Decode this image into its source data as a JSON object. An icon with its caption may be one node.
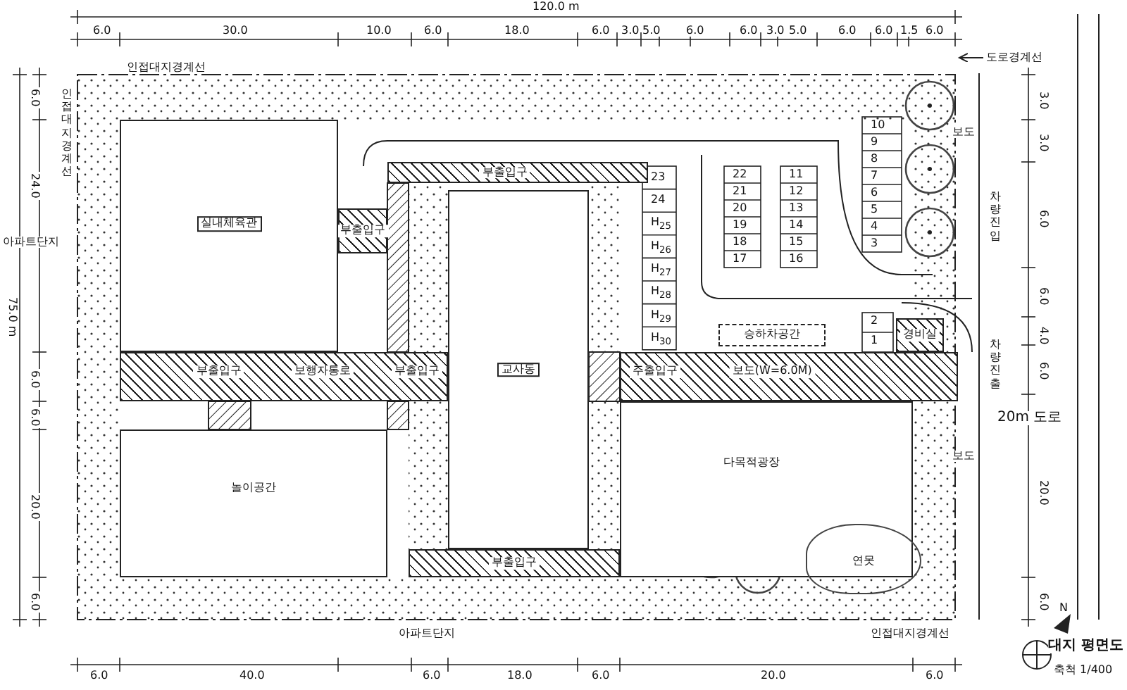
{
  "diagram": {
    "nodes": [
      {
        "text": [
          "실내체육관"
        ]
      },
      {
        "text": [
          "부출입구"
        ]
      },
      {
        "text": [
          "부출입구"
        ]
      },
      {
        "text": [
          "교사동"
        ]
      },
      {
        "text": [
          "부출입구",
          "보행자통로",
          "부출입구"
        ]
      },
      {
        "text": [
          "주출입구",
          "보도(W=6.0M)"
        ]
      },
      {
        "text": [
          "놀이공간"
        ]
      },
      {
        "text": [
          "다목적광장"
        ]
      },
      {
        "text": [
          "부출입구"
        ]
      },
      {
        "text": [
          "연못"
        ]
      },
      {
        "text": [
          "승하차공간"
        ]
      },
      {
        "text": [
          "경비실"
        ]
      }
    ],
    "labels": [
      "120.0 m",
      "6.0",
      "30.0",
      "10.0",
      "6.0",
      "18.0",
      "6.0",
      "3.0",
      "5.0",
      "6.0",
      "6.0",
      "3.0",
      "5.0",
      "6.0",
      "6.0",
      "1.5",
      "6.0",
      "인접대지경계선",
      "인접대지경계선",
      "도로경계선",
      "아파트단지",
      "75.0 m",
      "6.0",
      "24.0",
      "6.0",
      "6.0",
      "20.0",
      "6.0",
      "23",
      "24",
      "H$_{25}$",
      "H$_{26}$",
      "H$_{27}$",
      "H$_{28}$",
      "H$_{29}$",
      "H$_{30}$",
      "22",
      "21",
      "20",
      "19",
      "18",
      "17",
      "11",
      "12",
      "13",
      "14",
      "15",
      "16",
      "10",
      "9",
      "8",
      "7",
      "6",
      "5",
      "4",
      "3",
      "2",
      "1",
      "보도",
      "차량진입",
      "차량진출",
      "20m 도로",
      "보도",
      "3.0",
      "3.0",
      "6.0",
      "6.0",
      "4.0",
      "6.0",
      "20.0",
      "6.0",
      "아파트단지",
      "인접대지경계선",
      "6.0",
      "40.0",
      "6.0",
      "18.0",
      "6.0",
      "20.0",
      "6.0",
      "대지 평면도",
      "축척 1/400",
      "N"
    ]
  }
}
